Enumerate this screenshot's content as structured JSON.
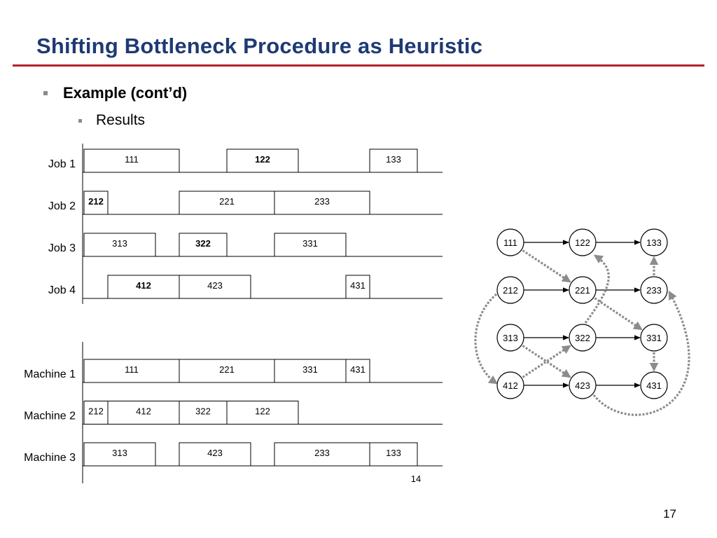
{
  "slide": {
    "title": "Shifting Bottleneck Procedure as Heuristic",
    "bullet_1": "Example (cont’d)",
    "bullet_2": "Results",
    "page_number": "17"
  },
  "job_gantt": {
    "rows": [
      {
        "label": "Job 1",
        "ops": [
          {
            "label": "111",
            "start": 0,
            "end": 4,
            "bold": false
          },
          {
            "label": "122",
            "start": 6,
            "end": 9,
            "bold": true
          },
          {
            "label": "133",
            "start": 12,
            "end": 14,
            "bold": false
          }
        ]
      },
      {
        "label": "Job 2",
        "ops": [
          {
            "label": "212",
            "start": 0,
            "end": 1,
            "bold": true
          },
          {
            "label": "221",
            "start": 4,
            "end": 8,
            "bold": false
          },
          {
            "label": "233",
            "start": 8,
            "end": 12,
            "bold": false
          }
        ]
      },
      {
        "label": "Job 3",
        "ops": [
          {
            "label": "313",
            "start": 0,
            "end": 3,
            "bold": false
          },
          {
            "label": "322",
            "start": 4,
            "end": 6,
            "bold": true
          },
          {
            "label": "331",
            "start": 8,
            "end": 11,
            "bold": false
          }
        ]
      },
      {
        "label": "Job 4",
        "ops": [
          {
            "label": "412",
            "start": 1,
            "end": 4,
            "bold": true
          },
          {
            "label": "423",
            "start": 4,
            "end": 7,
            "bold": false
          },
          {
            "label": "431",
            "start": 11,
            "end": 12,
            "bold": false
          }
        ]
      }
    ]
  },
  "machine_gantt": {
    "rows": [
      {
        "label": "Machine 1",
        "ops": [
          {
            "label": "111",
            "start": 0,
            "end": 4
          },
          {
            "label": "221",
            "start": 4,
            "end": 8
          },
          {
            "label": "331",
            "start": 8,
            "end": 11
          },
          {
            "label": "431",
            "start": 11,
            "end": 12
          }
        ]
      },
      {
        "label": "Machine 2",
        "ops": [
          {
            "label": "212",
            "start": 0,
            "end": 1
          },
          {
            "label": "412",
            "start": 1,
            "end": 4
          },
          {
            "label": "322",
            "start": 4,
            "end": 6
          },
          {
            "label": "122",
            "start": 6,
            "end": 9
          }
        ]
      },
      {
        "label": "Machine 3",
        "ops": [
          {
            "label": "313",
            "start": 0,
            "end": 3
          },
          {
            "label": "423",
            "start": 4,
            "end": 7
          },
          {
            "label": "233",
            "start": 8,
            "end": 12
          },
          {
            "label": "133",
            "start": 12,
            "end": 14
          }
        ]
      }
    ],
    "makespan_label": "14"
  },
  "graph": {
    "nodes": [
      {
        "id": "111",
        "row": 0,
        "col": 0
      },
      {
        "id": "122",
        "row": 0,
        "col": 1
      },
      {
        "id": "133",
        "row": 0,
        "col": 2
      },
      {
        "id": "212",
        "row": 1,
        "col": 0
      },
      {
        "id": "221",
        "row": 1,
        "col": 1
      },
      {
        "id": "233",
        "row": 1,
        "col": 2
      },
      {
        "id": "313",
        "row": 2,
        "col": 0
      },
      {
        "id": "322",
        "row": 2,
        "col": 1
      },
      {
        "id": "331",
        "row": 2,
        "col": 2
      },
      {
        "id": "412",
        "row": 3,
        "col": 0
      },
      {
        "id": "423",
        "row": 3,
        "col": 1
      },
      {
        "id": "431",
        "row": 3,
        "col": 2
      }
    ],
    "conjunctive_arcs": [
      [
        "111",
        "122"
      ],
      [
        "122",
        "133"
      ],
      [
        "212",
        "221"
      ],
      [
        "221",
        "233"
      ],
      [
        "313",
        "322"
      ],
      [
        "322",
        "331"
      ],
      [
        "412",
        "423"
      ],
      [
        "423",
        "431"
      ]
    ],
    "disjunctive_arcs": [
      [
        "111",
        "221"
      ],
      [
        "221",
        "331"
      ],
      [
        "331",
        "431"
      ],
      [
        "212",
        "412"
      ],
      [
        "412",
        "322"
      ],
      [
        "322",
        "122"
      ],
      [
        "313",
        "423"
      ],
      [
        "423",
        "233"
      ],
      [
        "233",
        "133"
      ]
    ],
    "colors": {
      "conjunctive": "#000000",
      "disjunctive": "#8c8c8c"
    }
  }
}
